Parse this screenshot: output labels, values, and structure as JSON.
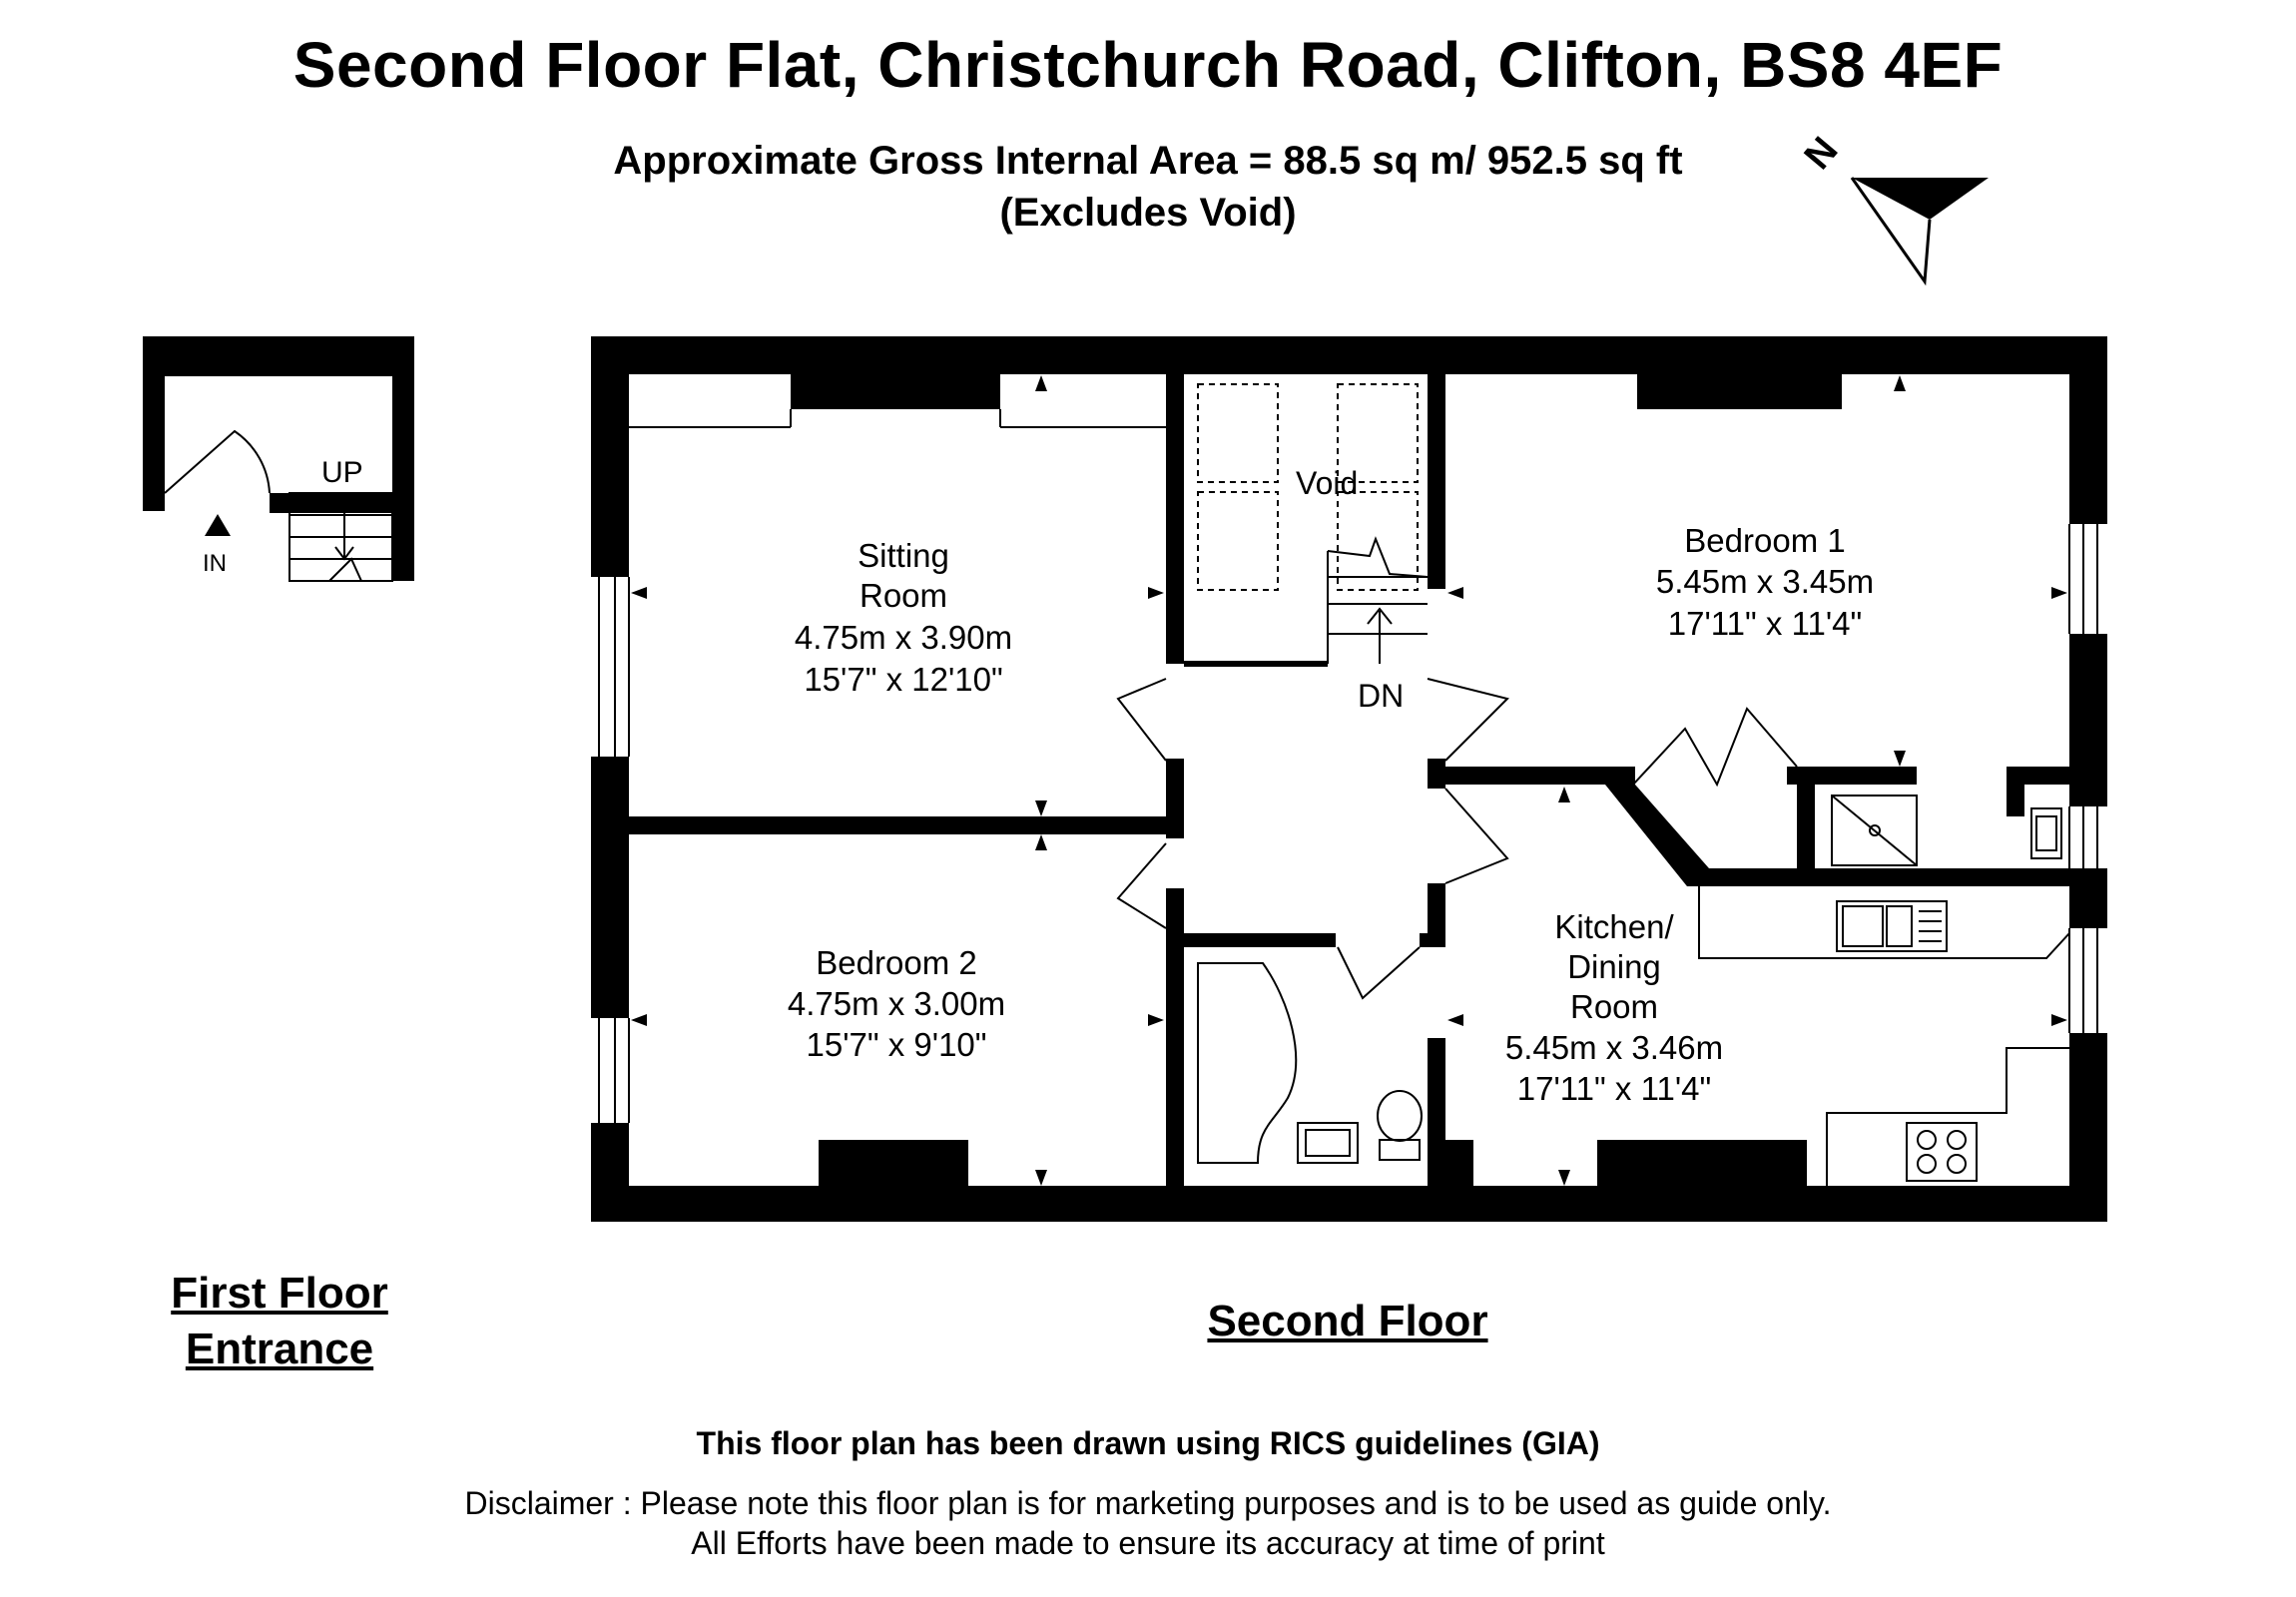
{
  "header": {
    "title": "Second Floor Flat, Christchurch Road, Clifton, BS8 4EF",
    "area_line": "Approximate Gross Internal Area = 88.5 sq m/ 952.5 sq ft",
    "area_note": "(Excludes Void)"
  },
  "compass": {
    "icon": "north-arrow-icon",
    "label": "N"
  },
  "first_floor": {
    "caption_line1": "First Floor",
    "caption_line2": "Entrance",
    "stairs_label": "UP",
    "entry_label": "IN"
  },
  "second_floor": {
    "caption": "Second Floor",
    "void_label": "Void",
    "stairs_label": "DN",
    "rooms": {
      "sitting": {
        "name_line1": "Sitting",
        "name_line2": "Room",
        "metric": "4.75m x 3.90m",
        "imperial": "15'7\" x 12'10\""
      },
      "bedroom2": {
        "name": "Bedroom 2",
        "metric": "4.75m x 3.00m",
        "imperial": "15'7\" x 9'10\""
      },
      "bedroom1": {
        "name": "Bedroom 1",
        "metric": "5.45m x 3.45m",
        "imperial": "17'11\" x 11'4\""
      },
      "kitchen": {
        "name_line1": "Kitchen/",
        "name_line2": "Dining",
        "name_line3": "Room",
        "metric": "5.45m x 3.46m",
        "imperial": "17'11\" x 11'4\""
      }
    }
  },
  "footer": {
    "rics": "This floor plan has been drawn using RICS guidelines (GIA)",
    "disclaimer_line1": "Disclaimer : Please note this floor plan is for marketing purposes and is to be used as guide only.",
    "disclaimer_line2": "All Efforts have been made to ensure its accuracy at time of print"
  },
  "colors": {
    "wall": "#000000",
    "background": "#ffffff",
    "fixture_line": "#000000"
  }
}
